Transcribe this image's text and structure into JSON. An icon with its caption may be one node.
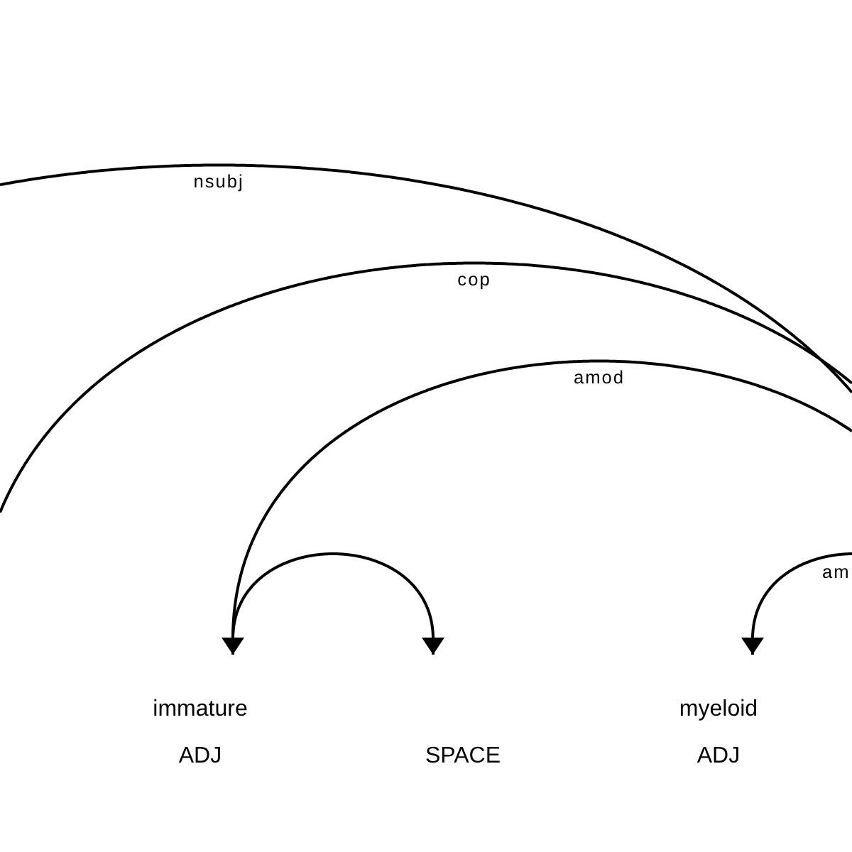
{
  "diagram": {
    "nodes": [
      {
        "text": [
          "immature",
          "ADJ"
        ]
      },
      {
        "text": [
          "SPACE"
        ]
      },
      {
        "text": [
          "myeloid",
          "ADJ"
        ]
      }
    ],
    "edges": [
      {
        "from": null,
        "to": 0,
        "arrow": "to",
        "label": "amod"
      },
      {
        "from": 0,
        "to": 1,
        "arrow": "to"
      },
      {
        "from": null,
        "to": 2,
        "arrow": "to",
        "label": "am"
      }
    ],
    "labels": [
      "nsubj",
      "cop"
    ]
  }
}
